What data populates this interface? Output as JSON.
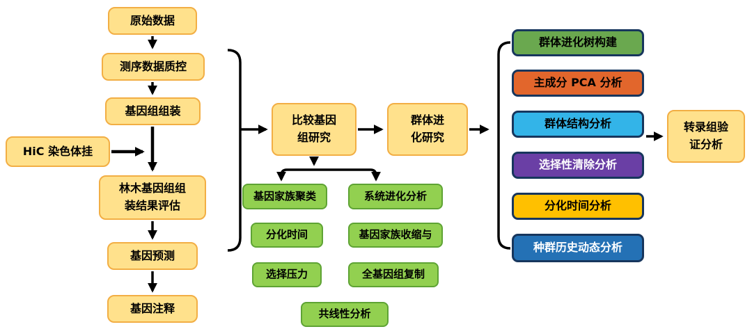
{
  "assembly_flow": {
    "raw_data": "原始数据",
    "sequencing_qc": "测序数据质控",
    "genome_assembly": "基因组组装",
    "hic_scaffolding": "HiC 染色体挂",
    "assembly_evaluation": "林木基因组组\n装结果评估",
    "gene_prediction": "基因预测",
    "gene_annotation": "基因注释"
  },
  "comparative_genomics": {
    "title": "比较基因\n组研究",
    "topics": [
      "基因家族聚类",
      "系统进化分析",
      "分化时间",
      "基因家族收缩与",
      "选择压力",
      "全基因组复制",
      "共线性分析"
    ]
  },
  "population_evolution": {
    "title": "群体进\n化研究",
    "analyses": [
      {
        "label": "群体进化树构建",
        "fill": "#6AA84F",
        "text_color": "#000000"
      },
      {
        "label": "主成分 PCA 分析",
        "fill": "#E2662C",
        "text_color": "#000000"
      },
      {
        "label": "群体结构分析",
        "fill": "#33B4E8",
        "text_color": "#000000"
      },
      {
        "label": "选择性清除分析",
        "fill": "#6A3FA5",
        "text_color": "#FFFFFF"
      },
      {
        "label": "分化时间分析",
        "fill": "#FFC000",
        "text_color": "#000000"
      },
      {
        "label": "种群历史动态分析",
        "fill": "#2471B5",
        "text_color": "#FFFFFF"
      }
    ]
  },
  "validation": {
    "title": "转录组验\n证分析"
  },
  "colors": {
    "yellow_fill": "#FFE18C",
    "yellow_border": "#F2AE44",
    "green_fill": "#92D050",
    "green_border": "#5EA334",
    "dark_border": "#17365D",
    "connector": "#000000"
  }
}
